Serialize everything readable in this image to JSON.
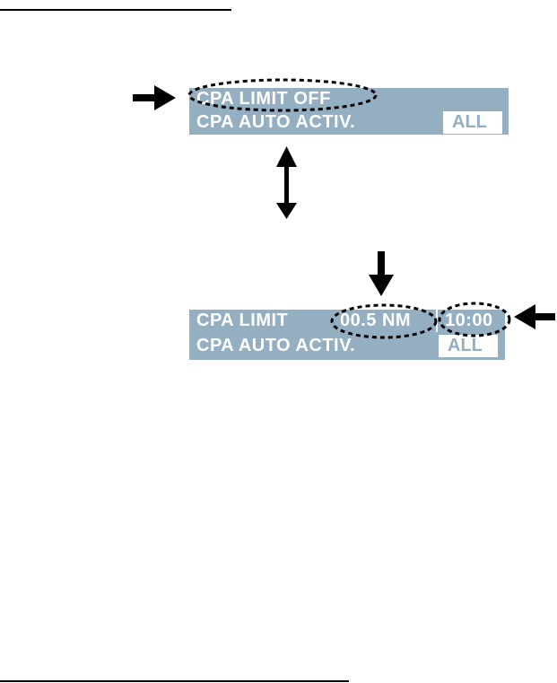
{
  "panel_off": {
    "row1_label": "CPA LIMIT OFF",
    "row2_label": "CPA AUTO ACTIV.",
    "row2_value": "ALL"
  },
  "panel_on": {
    "row1_label": "CPA LIMIT",
    "row1_distance": "00.5 NM",
    "row1_time": "10:00",
    "row2_label": "CPA AUTO ACTIV.",
    "row2_value": "ALL"
  },
  "colors": {
    "panel_bg": "#94aec2",
    "text": "#ffffff",
    "annotation": "#000000"
  }
}
